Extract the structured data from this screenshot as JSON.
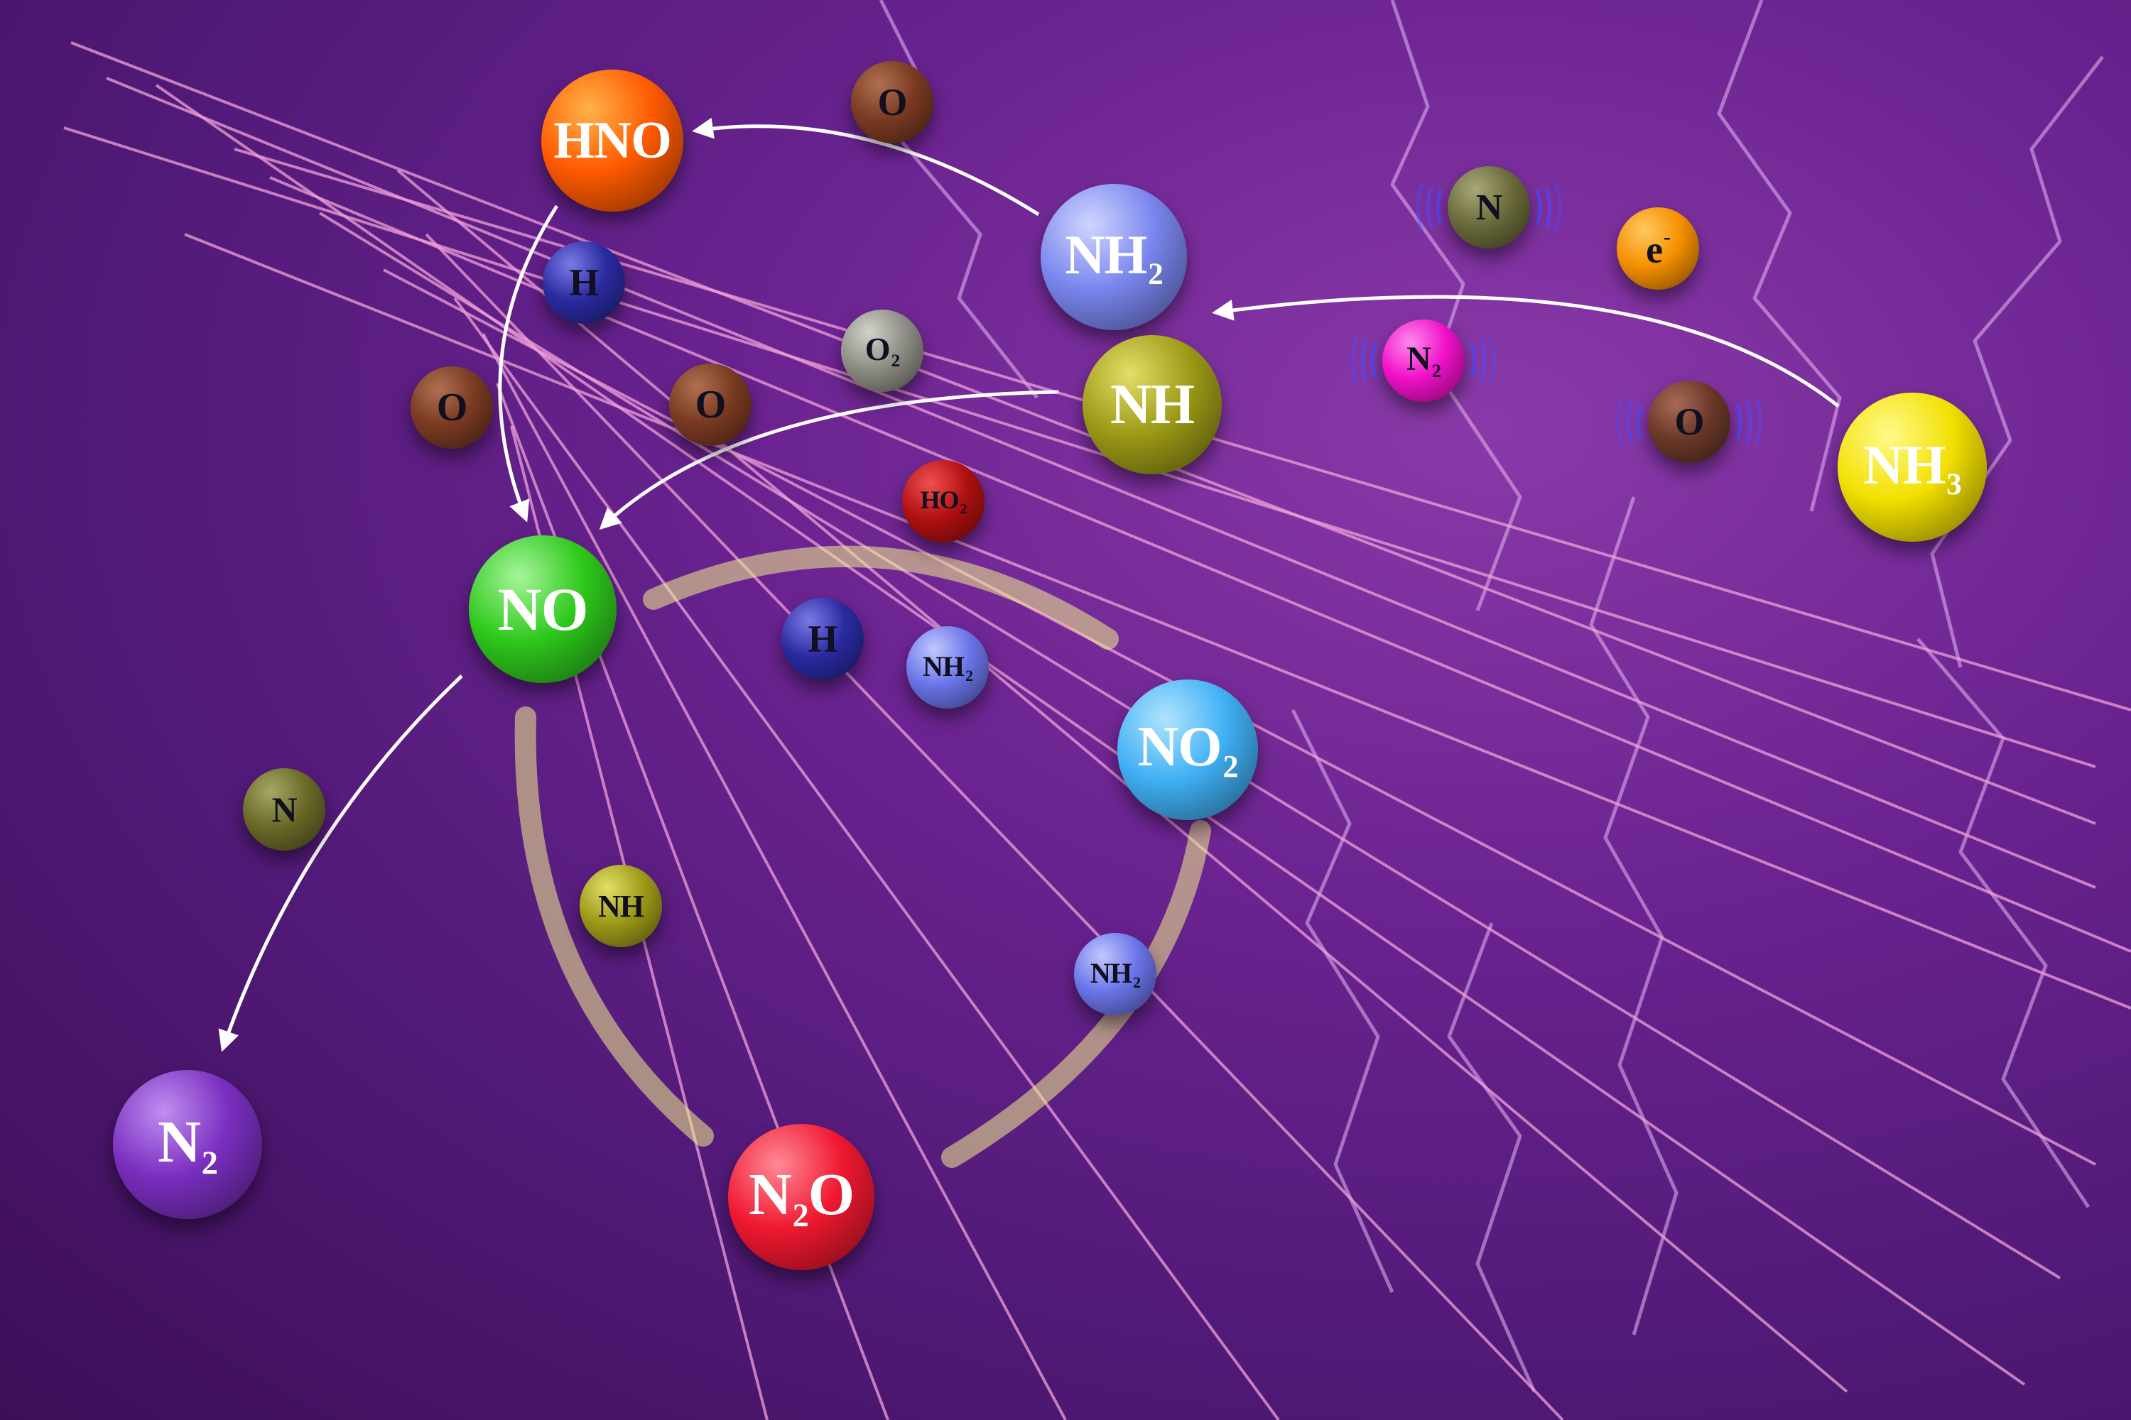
{
  "colors": {
    "background": "#5a1a80",
    "lightning": "#e6b8f2",
    "beams": "#f0a0d8",
    "reaction_arrow": "#ffffff",
    "cycle_arrow": "#f2ee8c"
  },
  "molecules": [
    {
      "id": "HNO",
      "base": "HNO",
      "sub": "",
      "sup": "",
      "color": "#ff5a00",
      "light": "#ffb24a",
      "size": "large"
    },
    {
      "id": "NH2",
      "base": "NH",
      "sub": "2",
      "sup": "",
      "color": "#7a86ee",
      "light": "#cfd6ff",
      "size": "large"
    },
    {
      "id": "NH",
      "base": "NH",
      "sub": "",
      "sup": "",
      "color": "#9c9a16",
      "light": "#e2de6a",
      "size": "large"
    },
    {
      "id": "NH3",
      "base": "NH",
      "sub": "3",
      "sup": "",
      "color": "#f2e000",
      "light": "#fffa8a",
      "size": "large"
    },
    {
      "id": "NO",
      "base": "NO",
      "sub": "",
      "sup": "",
      "color": "#2ec81c",
      "light": "#a6f59a",
      "size": "large"
    },
    {
      "id": "NO2",
      "base": "NO",
      "sub": "2",
      "sup": "",
      "color": "#40b0f4",
      "light": "#b0e4ff",
      "size": "large"
    },
    {
      "id": "N2O",
      "base": "N",
      "sub": "2",
      "sup": "",
      "tail": "O",
      "color": "#f01830",
      "light": "#ff8a98",
      "size": "large"
    },
    {
      "id": "N2_prod",
      "base": "N",
      "sub": "2",
      "sup": "",
      "color": "#7a2ec0",
      "light": "#c08ef0",
      "size": "large"
    },
    {
      "id": "O_top",
      "base": "O",
      "sub": "",
      "sup": "",
      "color": "#7a3a22",
      "light": "#b07050",
      "size": "small",
      "dark": true
    },
    {
      "id": "H_top",
      "base": "H",
      "sub": "",
      "sup": "",
      "color": "#2a2aa0",
      "light": "#7a7ae6",
      "size": "small",
      "dark": true
    },
    {
      "id": "O_left",
      "base": "O",
      "sub": "",
      "sup": "",
      "color": "#7a3a22",
      "light": "#b07050",
      "size": "small",
      "dark": true
    },
    {
      "id": "O_mid",
      "base": "O",
      "sub": "",
      "sup": "",
      "color": "#7a3a22",
      "light": "#b07050",
      "size": "small",
      "dark": true
    },
    {
      "id": "O2",
      "base": "O",
      "sub": "2",
      "sup": "",
      "color": "#8e8e86",
      "light": "#d2d2ca",
      "size": "small",
      "dark": true
    },
    {
      "id": "HO2",
      "base": "HO",
      "sub": "2",
      "sup": "",
      "color": "#b01010",
      "light": "#f05050",
      "size": "small",
      "dark": true
    },
    {
      "id": "H_mid",
      "base": "H",
      "sub": "",
      "sup": "",
      "color": "#2a2aa0",
      "light": "#7a7ae6",
      "size": "small",
      "dark": true
    },
    {
      "id": "NH2_mid",
      "base": "NH",
      "sub": "2",
      "sup": "",
      "color": "#6a74e8",
      "light": "#c0c8ff",
      "size": "small",
      "dark": true
    },
    {
      "id": "N_left",
      "base": "N",
      "sub": "",
      "sup": "",
      "color": "#6a6a28",
      "light": "#a8a866",
      "size": "small",
      "dark": true
    },
    {
      "id": "NH_low",
      "base": "NH",
      "sub": "",
      "sup": "",
      "color": "#9c9a16",
      "light": "#e2de6a",
      "size": "small",
      "dark": true
    },
    {
      "id": "NH2_low",
      "base": "NH",
      "sub": "2",
      "sup": "",
      "color": "#6a74e8",
      "light": "#c0c8ff",
      "size": "small",
      "dark": true
    },
    {
      "id": "N_vib",
      "base": "N",
      "sub": "",
      "sup": "",
      "color": "#6a6a3a",
      "light": "#a8a878",
      "size": "small",
      "dark": true,
      "vibrating": true
    },
    {
      "id": "e",
      "base": "e",
      "sub": "",
      "sup": "-",
      "color": "#f59000",
      "light": "#ffc860",
      "size": "small",
      "dark": true
    },
    {
      "id": "N2_vib",
      "base": "N",
      "sub": "2",
      "sup": "",
      "color": "#f010c8",
      "light": "#ff8aee",
      "size": "small",
      "dark": true,
      "vibrating": true
    },
    {
      "id": "O_vib",
      "base": "O",
      "sub": "",
      "sup": "",
      "color": "#6a3828",
      "light": "#a86a58",
      "size": "small",
      "dark": true,
      "vibrating": true
    }
  ],
  "reaction_arrows": [
    {
      "from": "NH3",
      "to": "NH2"
    },
    {
      "from": "NH2",
      "to": "HNO"
    },
    {
      "from": "HNO",
      "to": "NO"
    },
    {
      "from": "NH",
      "to": "NO"
    },
    {
      "from": "NO",
      "to": "N2_prod"
    }
  ],
  "cycle_arrows": [
    {
      "between": [
        "NO",
        "NO2"
      ],
      "bidirectional": true
    },
    {
      "from": "NO",
      "to": "N2O"
    },
    {
      "from": "NO2",
      "to": "N2O"
    }
  ]
}
